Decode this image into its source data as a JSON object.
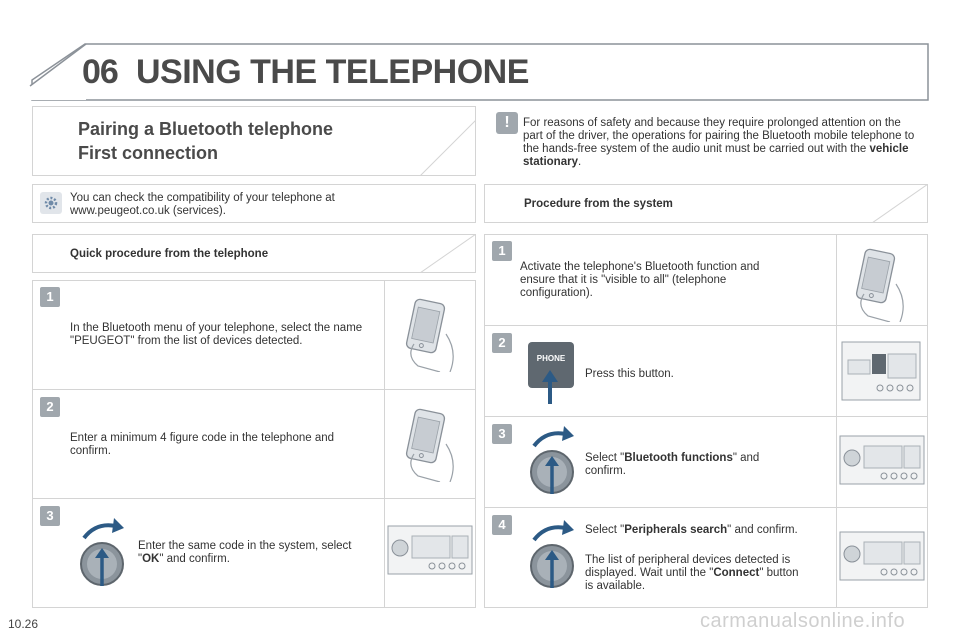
{
  "header": {
    "chapter": "06",
    "title": "USING THE TELEPHONE"
  },
  "section": {
    "title_line1": "Pairing a Bluetooth telephone",
    "title_line2": "First connection"
  },
  "warning": {
    "text_before": "For reasons of safety and because they require prolonged attention on the part of the driver, the operations for pairing the Bluetooth mobile telephone to the hands-free system of the audio unit must be carried out with the ",
    "text_bold": "vehicle stationary",
    "text_after": "."
  },
  "info": {
    "text": "You can check the compatibility of your telephone at www.peugeot.co.uk (services)."
  },
  "left": {
    "heading": "Quick procedure from the telephone",
    "steps": [
      {
        "num": "1",
        "text": "In the Bluetooth menu of your telephone, select the name \"PEUGEOT\" from the list of devices detected."
      },
      {
        "num": "2",
        "text": "Enter a minimum 4 figure code in the telephone and confirm."
      },
      {
        "num": "3",
        "text_a": "Enter the same code in the system, select \"",
        "bold": "OK",
        "text_b": "\" and confirm."
      }
    ]
  },
  "right": {
    "heading": "Procedure from the system",
    "steps": [
      {
        "num": "1",
        "text": "Activate the telephone's Bluetooth function and ensure that it is \"visible to all\" (telephone configuration)."
      },
      {
        "num": "2",
        "text": "Press this button.",
        "button_label": "PHONE"
      },
      {
        "num": "3",
        "text_a": "Select \"",
        "bold": "Bluetooth functions",
        "text_b": "\" and confirm."
      },
      {
        "num": "4",
        "text_a": "Select \"",
        "bold": "Peripherals search",
        "text_b": "\" and confirm.",
        "text2_a": "The list of peripheral devices detected is displayed. Wait until the \"",
        "bold2": "Connect",
        "text2_b": "\" button is available."
      }
    ]
  },
  "footer": {
    "page_number": "10.26",
    "watermark": "carmanualsonline.info"
  }
}
